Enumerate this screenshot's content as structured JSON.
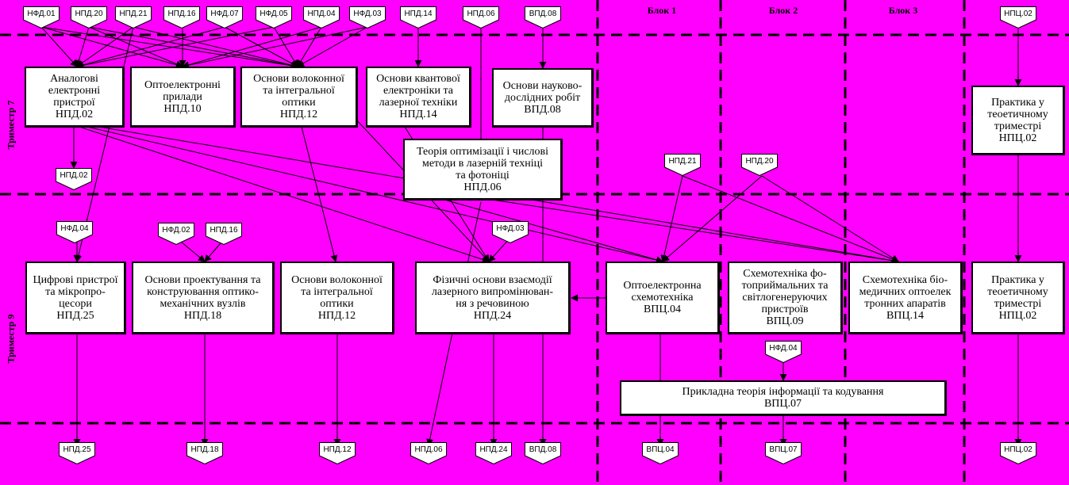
{
  "block_headers": {
    "b1": "Блок 1",
    "b2": "Блок 2",
    "b3": "Блок 3"
  },
  "trimesters": {
    "t7": "Триместр 7",
    "t9": "Триместр 9"
  },
  "top_tags": {
    "t1": "НФД.01",
    "t2": "НПД.20",
    "t3": "НПД.21",
    "t4": "НПД.16",
    "t5": "НФД.07",
    "t6": "НФД.05",
    "t7": "НПД.04",
    "t8": "НФД.03",
    "t9": "НПД.14",
    "t10": "НПД.06",
    "t11": "ВПД.08",
    "t12": "НПЦ.02"
  },
  "mid_tags": {
    "m1": "НПД.02",
    "m2": "НПД.21",
    "m3": "НПД.20",
    "m4": "НФД.04",
    "m5": "НФД.02",
    "m6": "НПД.16",
    "m7": "НФД.03",
    "m8": "НФД.04"
  },
  "bottom_tags": {
    "o1": "НПД.25",
    "o2": "НПД.18",
    "o3": "НПД.12",
    "o4": "НПД.06",
    "o5": "НПД.24",
    "o6": "ВПД.08",
    "o7": "ВПЦ.04",
    "o8": "ВПЦ.07",
    "o9": "НПЦ.02"
  },
  "boxes": {
    "analog": "Аналогові\nелектронні\nпристрої\nНПД.02",
    "opto": "Оптоелектронні\nприлади\nНПД.10",
    "fiber1": "Основи волоконної\nта інтегральної\nоптики\nНПД.12",
    "quantum": "Основи квантової\nелектроніки  та\nлазерної техніки\nНПД.14",
    "research": "Основи науково-\nдослідних робіт\nВПД.08",
    "practice1": "Практика у\nтеоетичному\nтриместрі\nНПЦ.02",
    "optim": "Теорія оптимізації і числові\nметоди в лазерній техніці\nта фотоніці\nНПД.06",
    "digital": "Цифрові пристрої\nта мікропро-\nцесори\nНПД.25",
    "design": "Основи проектування та\nконструювання оптико-\nмеханічних вузлів\nНПД.18",
    "fiber2": "Основи волоконної\nта інтегральної\nоптики\nНПД.12",
    "physics": "Фізичні основи взаємодії\nлазерного випромінюван-\nня з речовиною\nНПД.24",
    "optocircuit": "Оптоелектронна\nсхемотехніка\nВПЦ.04",
    "photorx": "Схемотехніка фо-\nтоприймальних та\nсвітлогенеруючих\nпристроїв\nВПЦ.09",
    "biomed": "Схемотехніка біо-\nмедичних оптоелек\nтронних апаратів\nВПЦ.14",
    "practice2": "Практика у\nтеоетичному\nтриместрі\nНПЦ.02",
    "infotheory": "Прикладна теорія інформації та кодування\nВПЦ.07"
  }
}
